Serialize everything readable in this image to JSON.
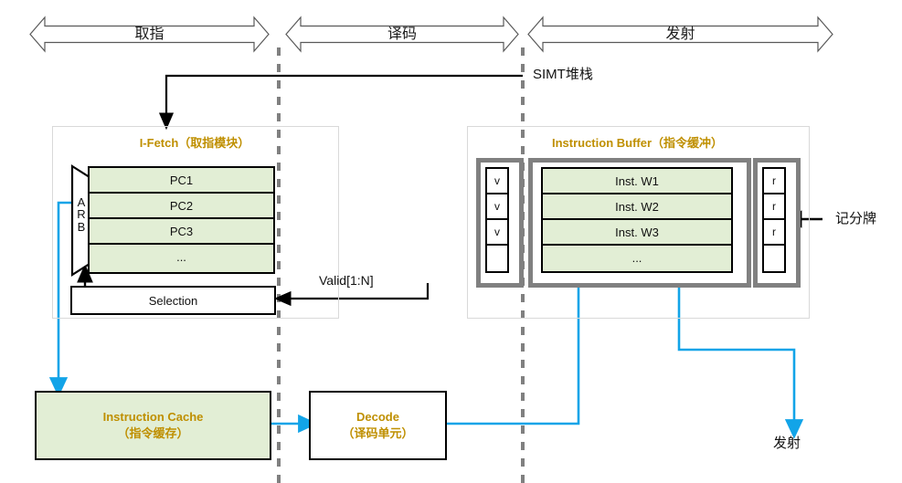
{
  "diagram": {
    "title_colors": {
      "accent_gold": "#bf8f00",
      "flow_blue": "#12a4e8",
      "frame_gray": "#808080",
      "fill_green": "#e2eed5"
    },
    "stage_bands": [
      {
        "label": "取指"
      },
      {
        "label": "译码"
      },
      {
        "label": "发射"
      }
    ],
    "ifetch": {
      "title": "I-Fetch（取指模块）",
      "arb_letters": [
        "A",
        "R",
        "B"
      ],
      "pc_rows": [
        "PC1",
        "PC2",
        "PC3",
        "..."
      ],
      "selection_label": "Selection"
    },
    "instruction_buffer": {
      "title": "Instruction Buffer（指令缓冲）",
      "valid_column": [
        "v",
        "v",
        "v",
        ""
      ],
      "inst_rows": [
        "Inst. W1",
        "Inst. W2",
        "Inst. W3",
        "..."
      ],
      "ready_column": [
        "r",
        "r",
        "r",
        ""
      ]
    },
    "boxes": {
      "instruction_cache_line1": "Instruction Cache",
      "instruction_cache_line2": "（指令缓存）",
      "decode_line1": "Decode",
      "decode_line2": "（译码单元）"
    },
    "annotations": {
      "simt_stack": "SIMT堆栈",
      "valid_signal": "Valid[1:N]",
      "scoreboard": "记分牌",
      "issue": "发射"
    }
  }
}
